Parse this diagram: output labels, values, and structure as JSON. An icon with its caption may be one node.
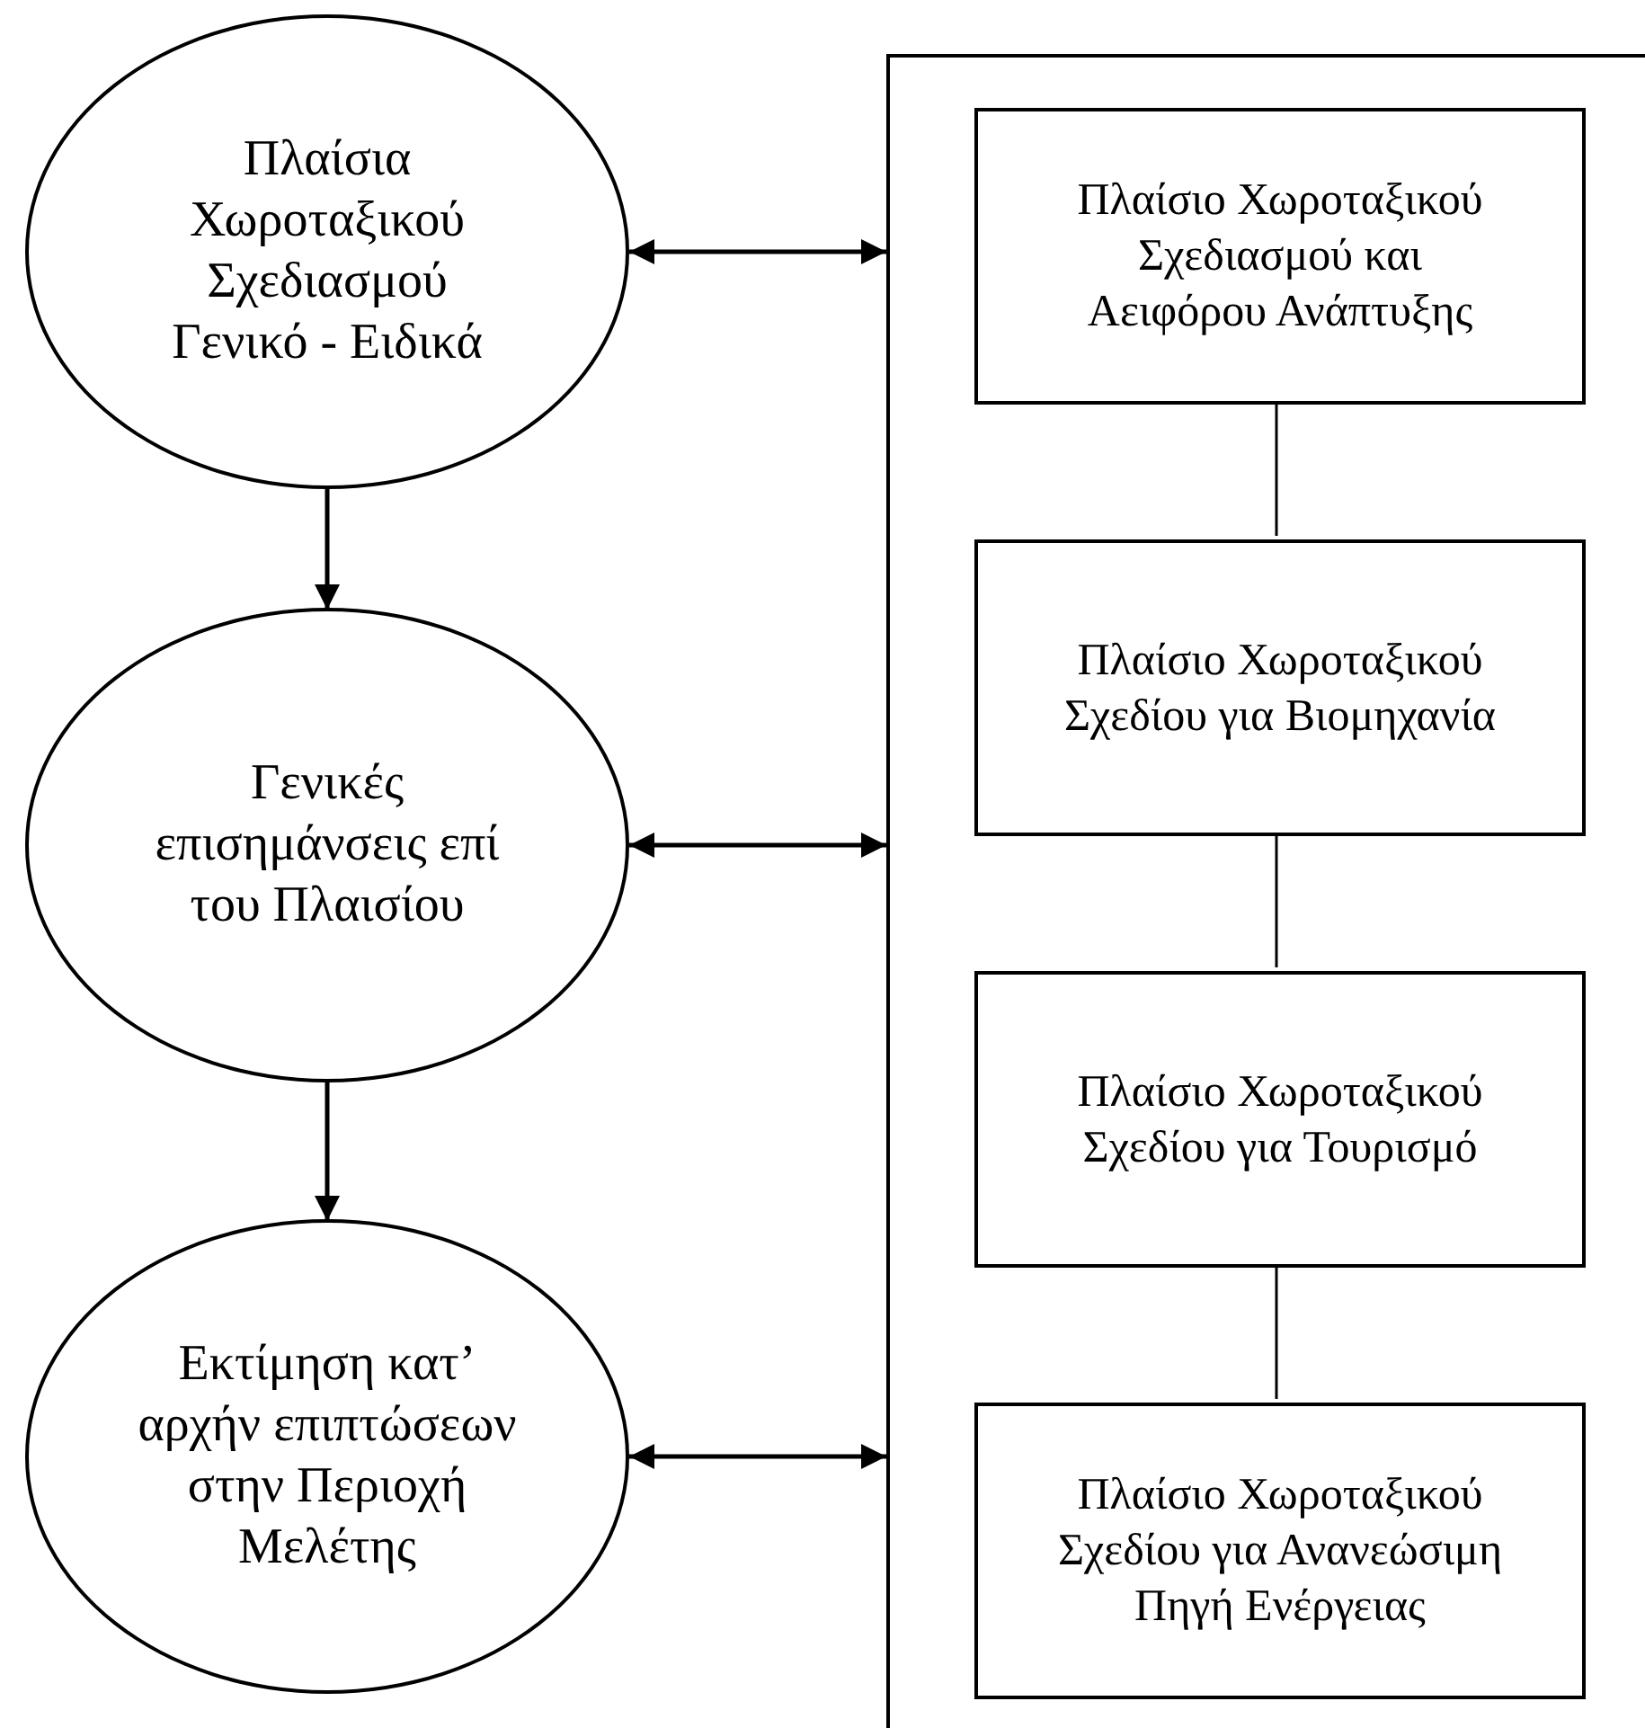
{
  "diagram": {
    "nodes": [
      {
        "text": [
          "Πλαίσια Χωροταξικού Σχεδιασμού Γενικό - Ειδικά"
        ]
      },
      {
        "text": [
          "Γενικές επισημάνσεις επί του Πλαισίου"
        ]
      },
      {
        "text": [
          "Εκτίμηση κατ’ αρχήν επιπτώσεων στην Περιοχή Μελέτης"
        ]
      },
      {
        "text": [],
        "shape": "box"
      },
      {
        "text": [
          "Πλαίσιο Χωροταξικού Σχεδιασμού και Αειφόρου Ανάπτυξης"
        ],
        "in": 3
      },
      {
        "text": [
          "Πλαίσιο Χωροταξικού Σχεδίου για Βιομηχανία"
        ],
        "in": 3
      },
      {
        "text": [
          "Πλαίσιο Χωροταξικού Σχεδίου για Τουρισμό"
        ],
        "in": 3
      },
      {
        "text": [
          "Πλαίσιο Χωροταξικού Σχεδίου για Ανανεώσιμη Πηγή Ενέργειας"
        ],
        "in": 3
      }
    ],
    "edges": [
      {
        "from": 0,
        "to": 3,
        "arrow": "both"
      },
      {
        "from": 0,
        "to": 1,
        "arrow": "to"
      },
      {
        "from": 1,
        "to": 3,
        "arrow": "both"
      },
      {
        "from": 1,
        "to": 2,
        "arrow": "to"
      },
      {
        "from": 2,
        "to": 3,
        "arrow": "both"
      },
      {
        "from": 4,
        "to": 5,
        "arrow": "none"
      },
      {
        "from": 5,
        "to": 6,
        "arrow": "none"
      },
      {
        "from": 6,
        "to": 7,
        "arrow": "none"
      }
    ]
  }
}
